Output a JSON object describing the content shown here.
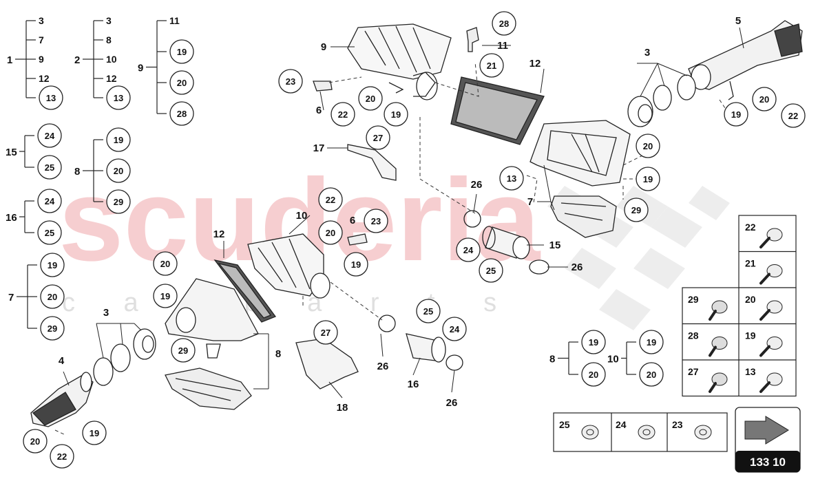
{
  "watermark": {
    "brand": "scuderia",
    "sub": "c a r p a r t s"
  },
  "page_number": "133 10",
  "legend_groups": [
    {
      "label": "1",
      "items": [
        "3",
        "7",
        "9",
        "12",
        "13"
      ]
    },
    {
      "label": "2",
      "items": [
        "3",
        "8",
        "10",
        "12",
        "13"
      ]
    },
    {
      "label": "9",
      "items": [
        "11",
        "19",
        "20",
        "28"
      ]
    },
    {
      "label": "15",
      "items": [
        "24",
        "25"
      ]
    },
    {
      "label": "8",
      "items": [
        "19",
        "20",
        "29"
      ]
    },
    {
      "label": "16",
      "items": [
        "24",
        "25"
      ]
    },
    {
      "label": "7",
      "items": [
        "19",
        "20",
        "29"
      ]
    },
    {
      "label": "8",
      "items": [
        "19",
        "20"
      ]
    },
    {
      "label": "10",
      "items": [
        "19",
        "20"
      ]
    }
  ],
  "callouts": {
    "c9": "9",
    "c23a": "23",
    "c6a": "6",
    "c22a": "22",
    "c20a": "20",
    "c19a": "19",
    "c28": "28",
    "c11": "11",
    "c21": "21",
    "c12a": "12",
    "c5": "5",
    "c3a": "3",
    "c20b": "20",
    "c22b": "22",
    "c19b": "19",
    "c17": "17",
    "c27a": "27",
    "c13": "13",
    "c7": "7",
    "c20c": "20",
    "c19c": "19",
    "c29a": "29",
    "c26a": "26",
    "c22c": "22",
    "c20d": "20",
    "c6b": "6",
    "c23b": "23",
    "c10": "10",
    "c12b": "12",
    "c19d": "19",
    "c24a": "24",
    "c25a": "25",
    "c15": "15",
    "c26b": "26",
    "c20e": "20",
    "c19e": "19",
    "c3b": "3",
    "c29b": "29",
    "c8": "8",
    "c25b": "25",
    "c24b": "24",
    "c27b": "27",
    "c26c": "26",
    "c16": "16",
    "c26d": "26",
    "c18": "18",
    "c4": "4",
    "c20f": "20",
    "c19f": "19",
    "c22d": "22"
  },
  "parts_table": [
    {
      "left": "22",
      "right": ""
    },
    {
      "left": "21",
      "right": ""
    },
    {
      "left": "29",
      "right": "20"
    },
    {
      "left": "28",
      "right": "19"
    },
    {
      "left": "27",
      "right": "13"
    }
  ],
  "bottom_table": [
    "25",
    "24",
    "23"
  ]
}
